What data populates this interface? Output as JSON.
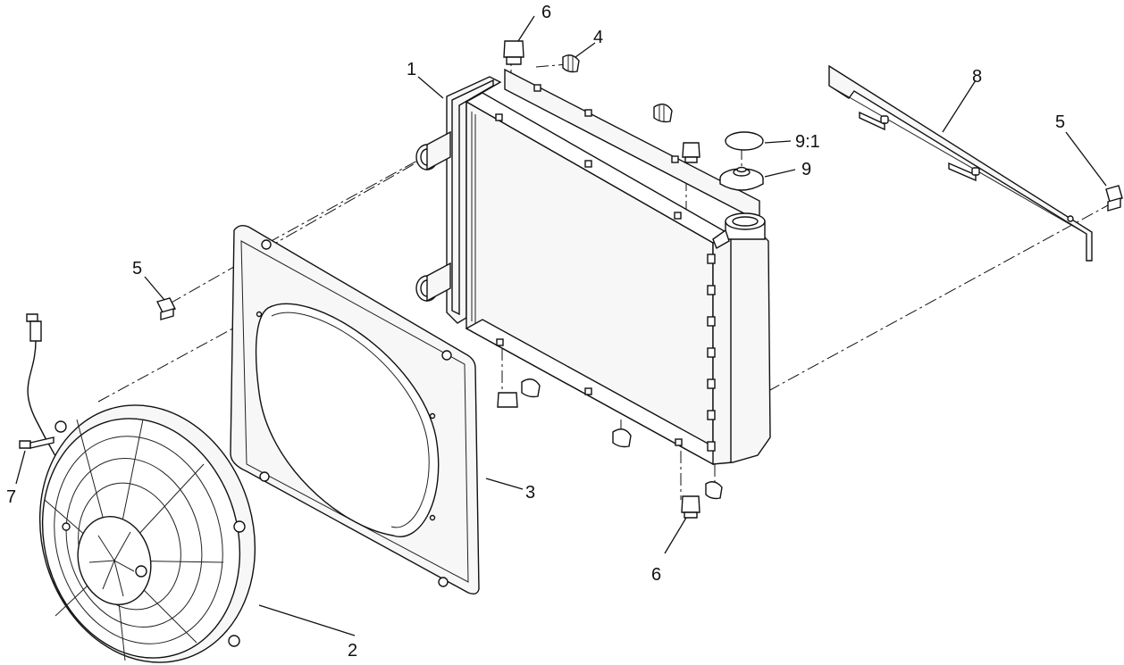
{
  "diagram": {
    "callouts": {
      "c1": "1",
      "c2": "2",
      "c3": "3",
      "c4": "4",
      "c5a": "5",
      "c5b": "5",
      "c6a": "6",
      "c6b": "6",
      "c7": "7",
      "c8": "8",
      "c9": "9",
      "c91": "9:1"
    }
  }
}
